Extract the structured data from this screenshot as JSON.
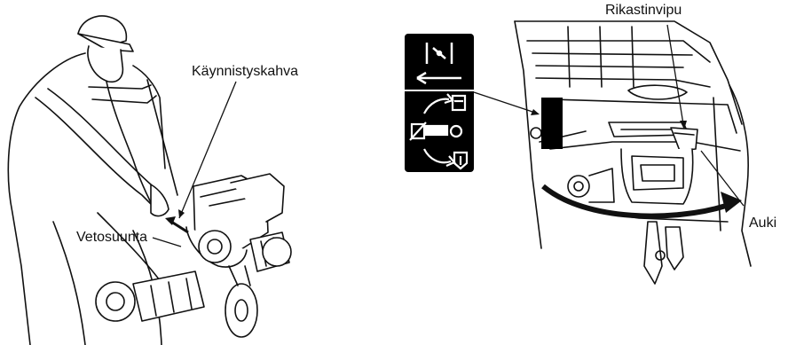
{
  "left_illustration": {
    "start_handle_label": "Käynnistyskahva",
    "pull_direction_label": "Vetosuunta"
  },
  "right_illustration": {
    "choke_lever_label": "Rikastinvipu",
    "open_label": "Auki"
  },
  "icons": {
    "choke_decal": "choke-symbol-icon",
    "fuel_valve_decal": "fuel-valve-symbol-icon"
  },
  "colors": {
    "line": "#111111",
    "decal": "#000000",
    "background": "#ffffff"
  }
}
